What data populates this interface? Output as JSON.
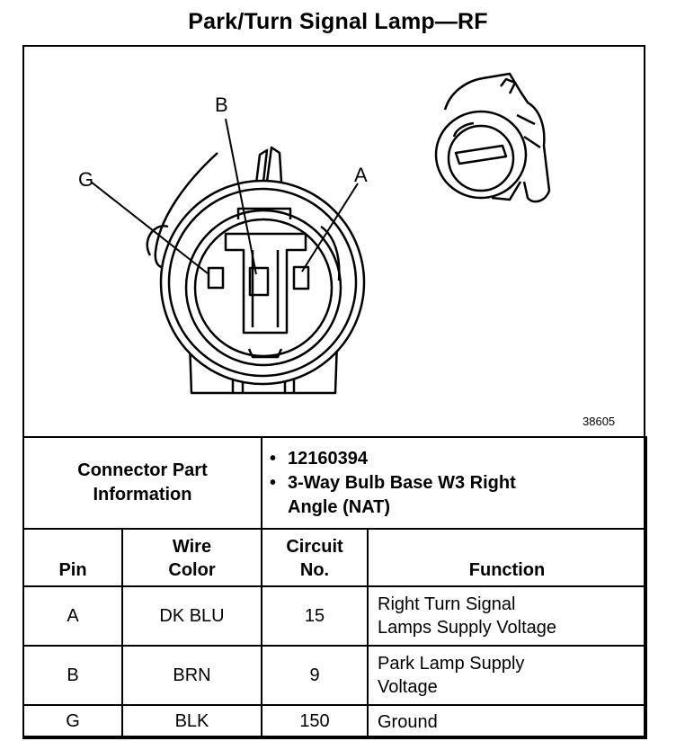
{
  "title": "Park/Turn Signal Lamp—RF",
  "figure_number": "38605",
  "pin_labels": {
    "a": "A",
    "b": "B",
    "g": "G"
  },
  "connector_info": {
    "label_line1": "Connector Part",
    "label_line2": "Information",
    "items": [
      "12160394",
      "3-Way Bulb Base W3 Right",
      "Angle (NAT)"
    ]
  },
  "table": {
    "headers": {
      "pin": "Pin",
      "wire_line1": "Wire",
      "wire_line2": "Color",
      "circuit_line1": "Circuit",
      "circuit_line2": "No.",
      "function": "Function"
    },
    "rows": [
      {
        "pin": "A",
        "wire": "DK BLU",
        "circuit": "15",
        "func1": "Right Turn Signal",
        "func2": "Lamps Supply Voltage"
      },
      {
        "pin": "B",
        "wire": "BRN",
        "circuit": "9",
        "func1": "Park Lamp Supply",
        "func2": "Voltage"
      },
      {
        "pin": "G",
        "wire": "BLK",
        "circuit": "150",
        "func1": "Ground",
        "func2": ""
      }
    ]
  }
}
